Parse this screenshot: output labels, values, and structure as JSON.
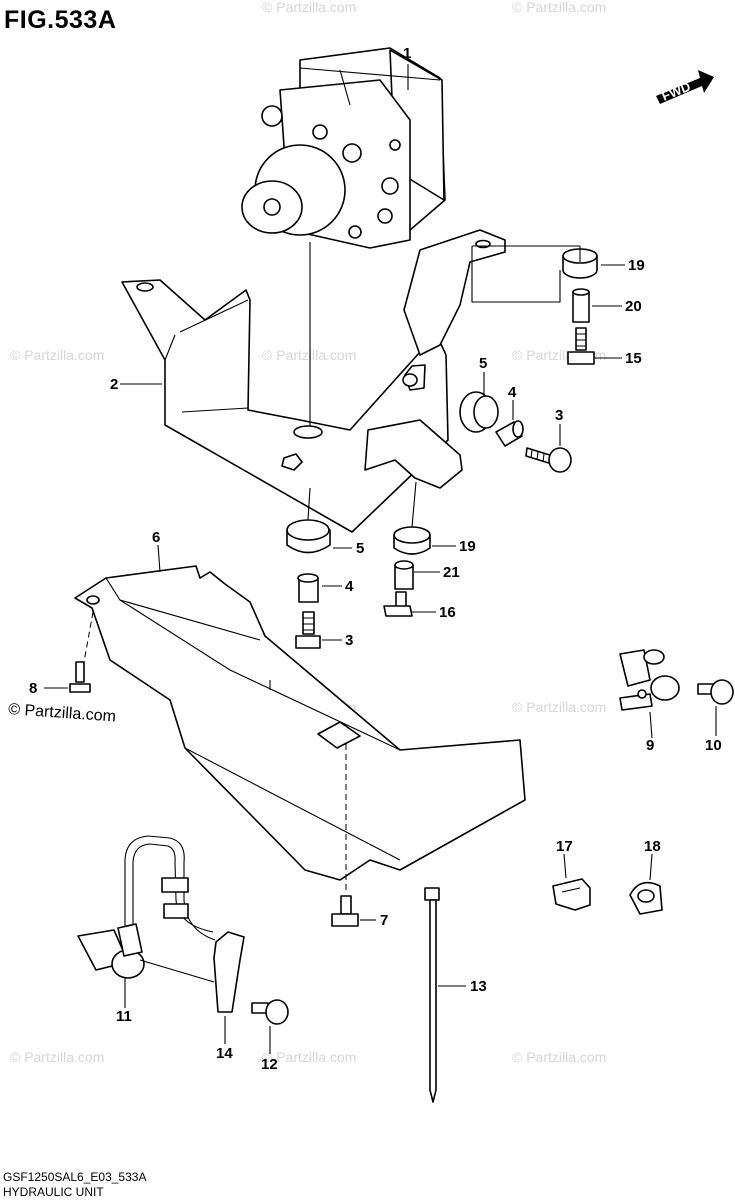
{
  "title": "FIG.533A",
  "direction_label": "FWD",
  "watermark": "© Partzilla.com",
  "footer": {
    "code": "GSF1250SAL6_E03_533A",
    "name": "HYDRAULIC UNIT"
  },
  "callouts": {
    "c1": "1",
    "c2": "2",
    "c3a": "3",
    "c3b": "3",
    "c4a": "4",
    "c4b": "4",
    "c5a": "5",
    "c5b": "5",
    "c6": "6",
    "c7": "7",
    "c8": "8",
    "c9": "9",
    "c10": "10",
    "c11": "11",
    "c12": "12",
    "c13": "13",
    "c14": "14",
    "c15": "15",
    "c16": "16",
    "c17": "17",
    "c18": "18",
    "c19a": "19",
    "c19b": "19",
    "c20": "20",
    "c21": "21"
  }
}
